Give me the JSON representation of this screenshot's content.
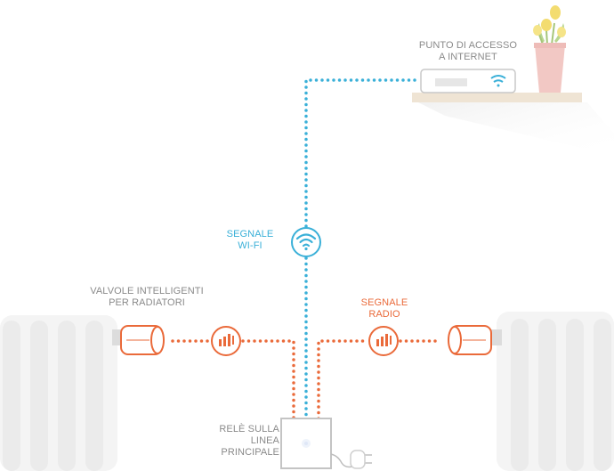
{
  "labels": {
    "access_point": [
      "PUNTO DI ACCESSO",
      "A INTERNET"
    ],
    "wifi_signal": [
      "SEGNALE",
      "WI-FI"
    ],
    "valves": [
      "VALVOLE  INTELLIGENTI",
      "PER RADIATORI"
    ],
    "radio_signal": [
      "SEGNALE",
      "RADIO"
    ],
    "relay": [
      "RELÈ SULLA",
      "LINEA",
      "PRINCIPALE"
    ]
  },
  "icons": {
    "wifi": "wifi-icon",
    "radio": "radio-signal-icon",
    "plug": "power-plug-icon",
    "router": "router-icon",
    "valve": "smart-valve-icon",
    "radiator": "radiator-icon",
    "plant": "flower-pot-icon"
  },
  "colors": {
    "wifi": "#3ab0d8",
    "radio": "#ea6a3a",
    "text": "#8a8a8a",
    "shelf": "#efe4d4",
    "pot": "#f2c8c4",
    "flower": "#f3dc70"
  }
}
